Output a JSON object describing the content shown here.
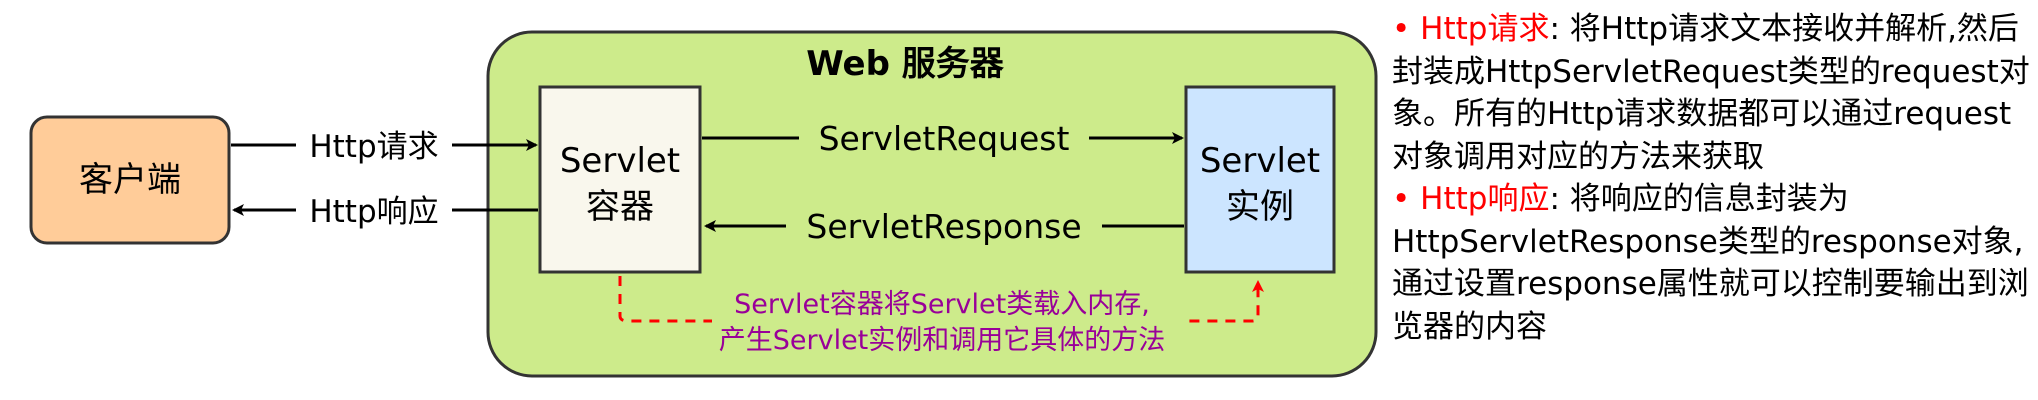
{
  "diagram": {
    "server_title": "Web 服务器",
    "client_label": "客户端",
    "container_label_1": "Servlet",
    "container_label_2": "容器",
    "instance_label_1": "Servlet",
    "instance_label_2": "实例",
    "http_request": "Http请求",
    "http_response": "Http响应",
    "servlet_request": "ServletRequest",
    "servlet_response": "ServletResponse",
    "load_note_line1": "Servlet容器将Servlet类载入内存,",
    "load_note_line2": "产生Servlet实例和调用它具体的方法",
    "colors": {
      "server_fill": "#cdeb8b",
      "client_fill": "#ffcc99",
      "client_stroke": "#d79b00",
      "container_fill": "#f9f7ed",
      "instance_fill": "#cce5ff",
      "label_highlight": "#cdeb8b",
      "note_text": "#990099",
      "dashed_arrow": "#ff0000"
    }
  },
  "notes": [
    {
      "bullet": "•",
      "term": "Http请求",
      "colon": ":",
      "text": "将Http请求文本接收并解析,然后封装成HttpServletRequest类型的request对象。所有的Http请求数据都可以通过request对象调用对应的方法来获取"
    },
    {
      "bullet": "•",
      "term": "Http响应",
      "colon": ":",
      "text": "将响应的信息封装为HttpServletResponse类型的response对象,通过设置response属性就可以控制要输出到浏览器的内容"
    }
  ]
}
